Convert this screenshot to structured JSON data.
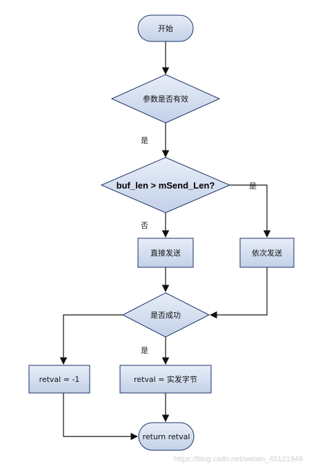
{
  "nodes": {
    "start": "开始",
    "check_params": "参数是否有效",
    "check_length": "buf_len > mSend_Len?",
    "send_direct": "直接发送",
    "send_batch": "依次发送",
    "check_success": "是否成功",
    "set_fail": "retval = -1",
    "set_success": "retval = 实发字节",
    "end": "return retval"
  },
  "edge_labels": {
    "params_yes": "是",
    "length_yes": "是",
    "length_no": "否",
    "success_yes": "是"
  },
  "watermark": "https://blog.csdn.net/weixin_45121946",
  "colors": {
    "node_fill_top": "#e8eef8",
    "node_fill_bottom": "#c3d0e8",
    "node_stroke": "#1a2f66",
    "line": "#111111"
  }
}
